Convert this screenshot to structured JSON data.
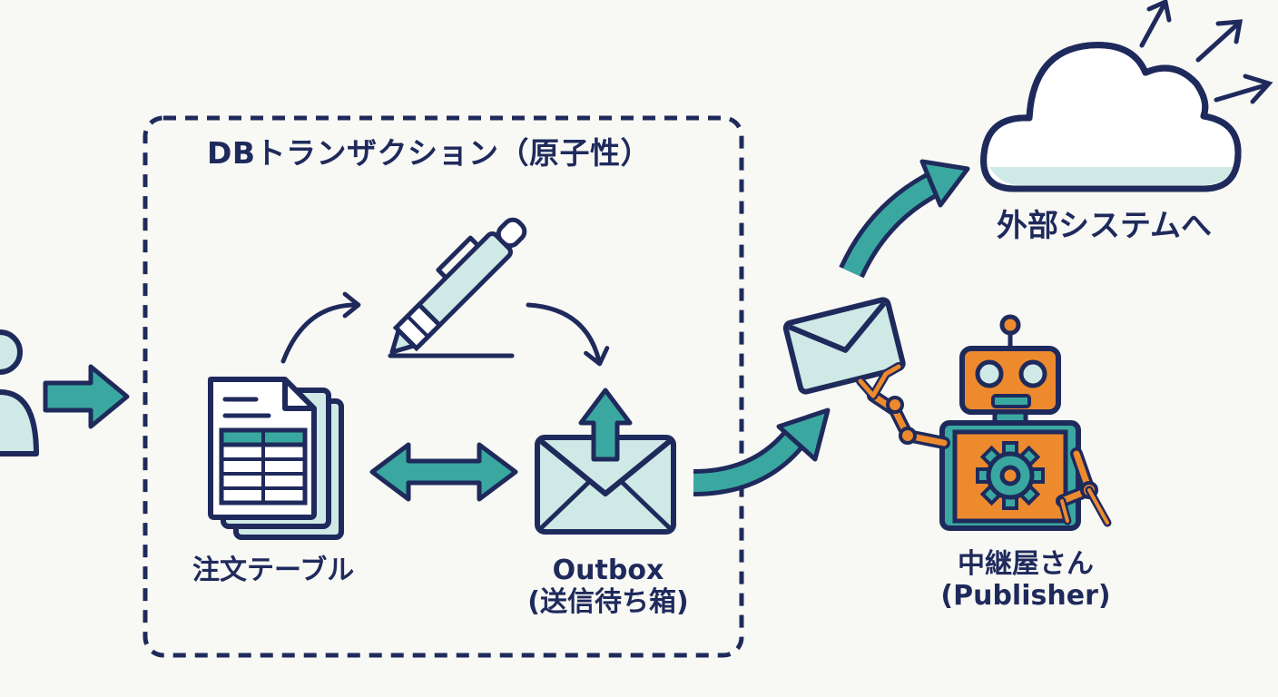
{
  "transaction": {
    "title": "DBトランザクション（原子性）"
  },
  "order_table": {
    "label": "注文テーブル"
  },
  "outbox": {
    "label_line1": "Outbox",
    "label_line2": "(送信待ち箱)"
  },
  "publisher": {
    "label_line1": "中継屋さん",
    "label_line2": "(Publisher)"
  },
  "external": {
    "label": "外部システムへ"
  },
  "colors": {
    "navy": "#1f2a5c",
    "teal": "#3aa8a0",
    "light_teal": "#cfe9e7",
    "orange": "#ee8a2e",
    "background": "#f8f8f4"
  },
  "icons": [
    "user-icon",
    "document-stack-icon",
    "pen-icon",
    "outbox-envelope-icon",
    "envelope-icon",
    "robot-icon",
    "gear-icon",
    "cloud-icon"
  ]
}
